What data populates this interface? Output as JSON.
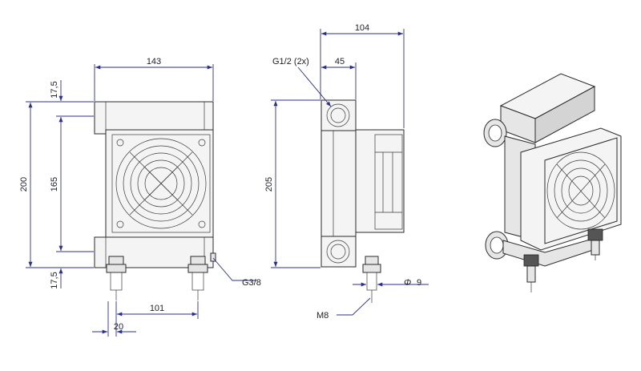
{
  "front_view": {
    "width_dim": "143",
    "height_dim": "200",
    "inner_height_dim": "165",
    "top_offset_dim": "17,5",
    "bottom_offset_dim": "17,5",
    "foot_spacing_dim": "101",
    "foot_width_dim": "20",
    "port_label": "G3/8"
  },
  "side_view": {
    "depth_dim": "104",
    "port_offset_dim": "45",
    "height_dim": "205",
    "inlet_label": "G1/2 (2x)",
    "bolt_label": "M8",
    "hole_symbol": "Φ",
    "hole_dim": "9"
  },
  "colors": {
    "dimension": "#2b2f8f",
    "outline": "#2a2a2a"
  }
}
